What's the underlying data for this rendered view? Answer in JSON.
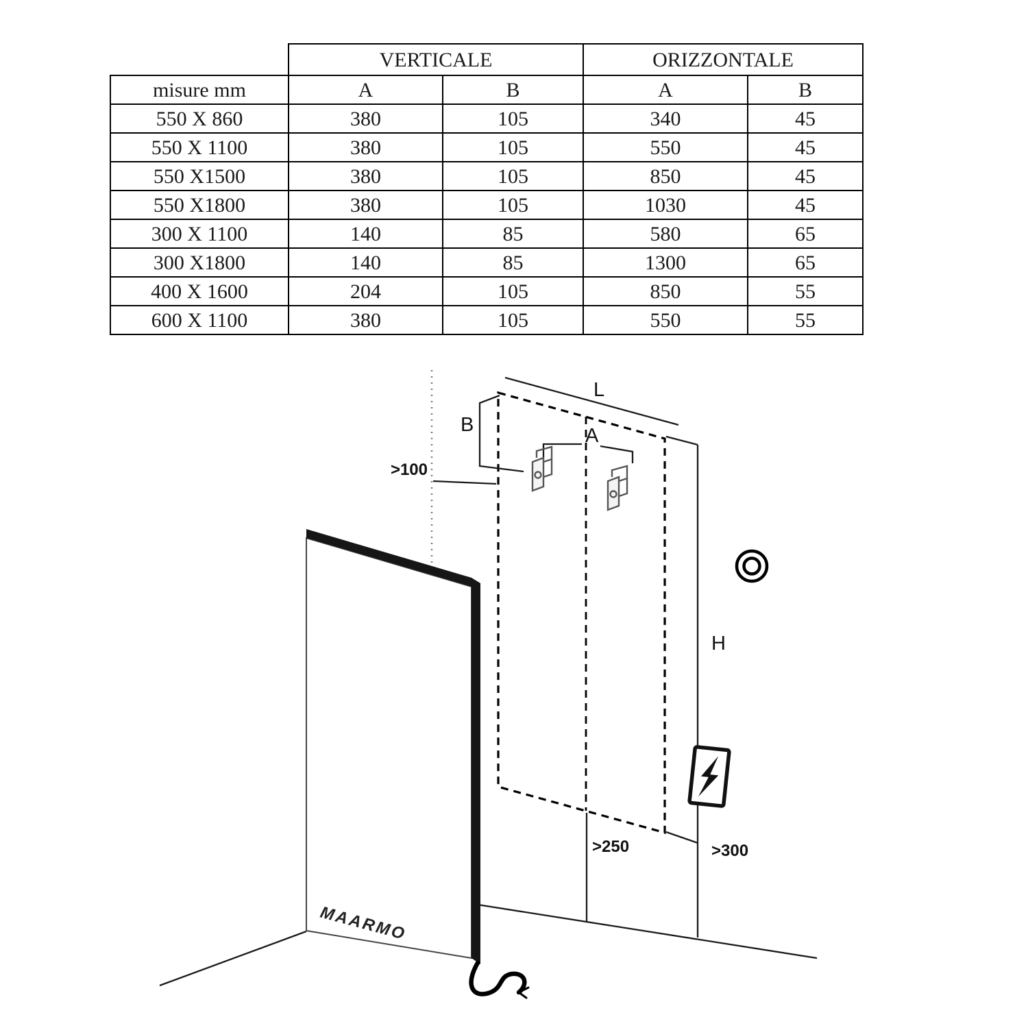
{
  "table": {
    "group_headers": [
      "VERTICALE",
      "ORIZZONTALE"
    ],
    "columns": [
      "misure mm",
      "A",
      "B",
      "A",
      "B"
    ],
    "rows": [
      [
        "550 X 860",
        "380",
        "105",
        "340",
        "45"
      ],
      [
        "550 X 1100",
        "380",
        "105",
        "550",
        "45"
      ],
      [
        "550 X1500",
        "380",
        "105",
        "850",
        "45"
      ],
      [
        "550 X1800",
        "380",
        "105",
        "1030",
        "45"
      ],
      [
        "300 X 1100",
        "140",
        "85",
        "580",
        "65"
      ],
      [
        "300 X1800",
        "140",
        "85",
        "1300",
        "65"
      ],
      [
        "400 X 1600",
        "204",
        "105",
        "850",
        "55"
      ],
      [
        "600 X 1100",
        "380",
        "105",
        "550",
        "55"
      ]
    ]
  },
  "diagram": {
    "labels": {
      "L": "L",
      "B": "B",
      "A": "A",
      "H": "H"
    },
    "clearances": {
      "top": ">100",
      "bottom": ">250",
      "outlet": ">300"
    },
    "brand": "MAARMO",
    "colors": {
      "line": "#000000",
      "hardware": "#555555",
      "panel_edge": "#161616"
    }
  }
}
